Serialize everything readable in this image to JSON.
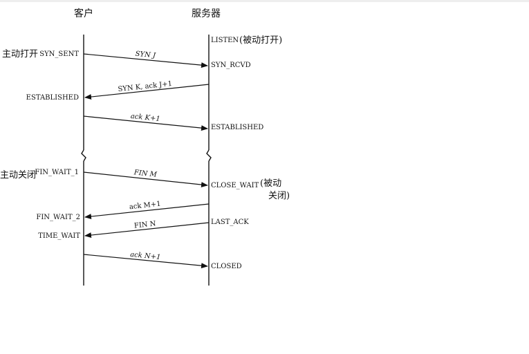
{
  "headers": {
    "client": "客户",
    "server": "服务器"
  },
  "annotations": {
    "active_open": "主动打开",
    "passive_open": "(被动打开)",
    "active_close": "主动关闭",
    "passive_close_1": "(被动",
    "passive_close_2": "关闭)"
  },
  "client_states": {
    "syn_sent": "SYN_SENT",
    "established": "ESTABLISHED",
    "fin_wait_1": "FIN_WAIT_1",
    "fin_wait_2": "FIN_WAIT_2",
    "time_wait": "TIME_WAIT"
  },
  "server_states": {
    "listen": "LISTEN",
    "syn_rcvd": "SYN_RCVD",
    "established": "ESTABLISHED",
    "close_wait": "CLOSE_WAIT",
    "last_ack": "LAST_ACK",
    "closed": "CLOSED"
  },
  "messages": {
    "syn_j": "SYN J",
    "syn_k_ack": "SYN K, ack J+1",
    "ack_k": "ack K+1",
    "fin_m": "FIN M",
    "ack_m": "ack M+1",
    "fin_n": "FIN N",
    "ack_n": "ack N+1"
  }
}
